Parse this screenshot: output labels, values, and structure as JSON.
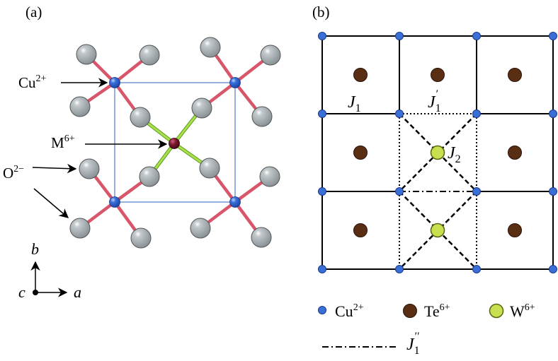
{
  "panel_a": {
    "label": "(a)",
    "labels": {
      "cu_base": "Cu",
      "cu_sup": "2+",
      "m_base": "M",
      "m_sup": "6+",
      "o_base": "O",
      "o_sup": "2−"
    },
    "axes": {
      "b": "b",
      "c": "c",
      "a": "a"
    },
    "colors": {
      "cu": "#3a6fd8",
      "m": "#7a1a2e",
      "o": "#9aa3a8",
      "cu_o_bond": "#d8566a",
      "m_o_bond": "#8ccc3a",
      "cell": "#3060c0"
    }
  },
  "panel_b": {
    "label": "(b)",
    "couplings": {
      "j1_base": "J",
      "j1_sub": "1",
      "j1p_base": "J",
      "j1p_sub": "1",
      "j1p_prime": "′",
      "j2_base": "J",
      "j2_sub": "2"
    },
    "colors": {
      "cu": "#3a6fd8",
      "te": "#5a2e12",
      "w": "#c8e050"
    }
  },
  "legend": {
    "cu_base": "Cu",
    "cu_sup": "2+",
    "te_base": "Te",
    "te_sup": "6+",
    "w_base": "W",
    "w_sup": "6+",
    "j1pp_base": "J",
    "j1pp_sub": "1",
    "j1pp_prime": "′′"
  }
}
